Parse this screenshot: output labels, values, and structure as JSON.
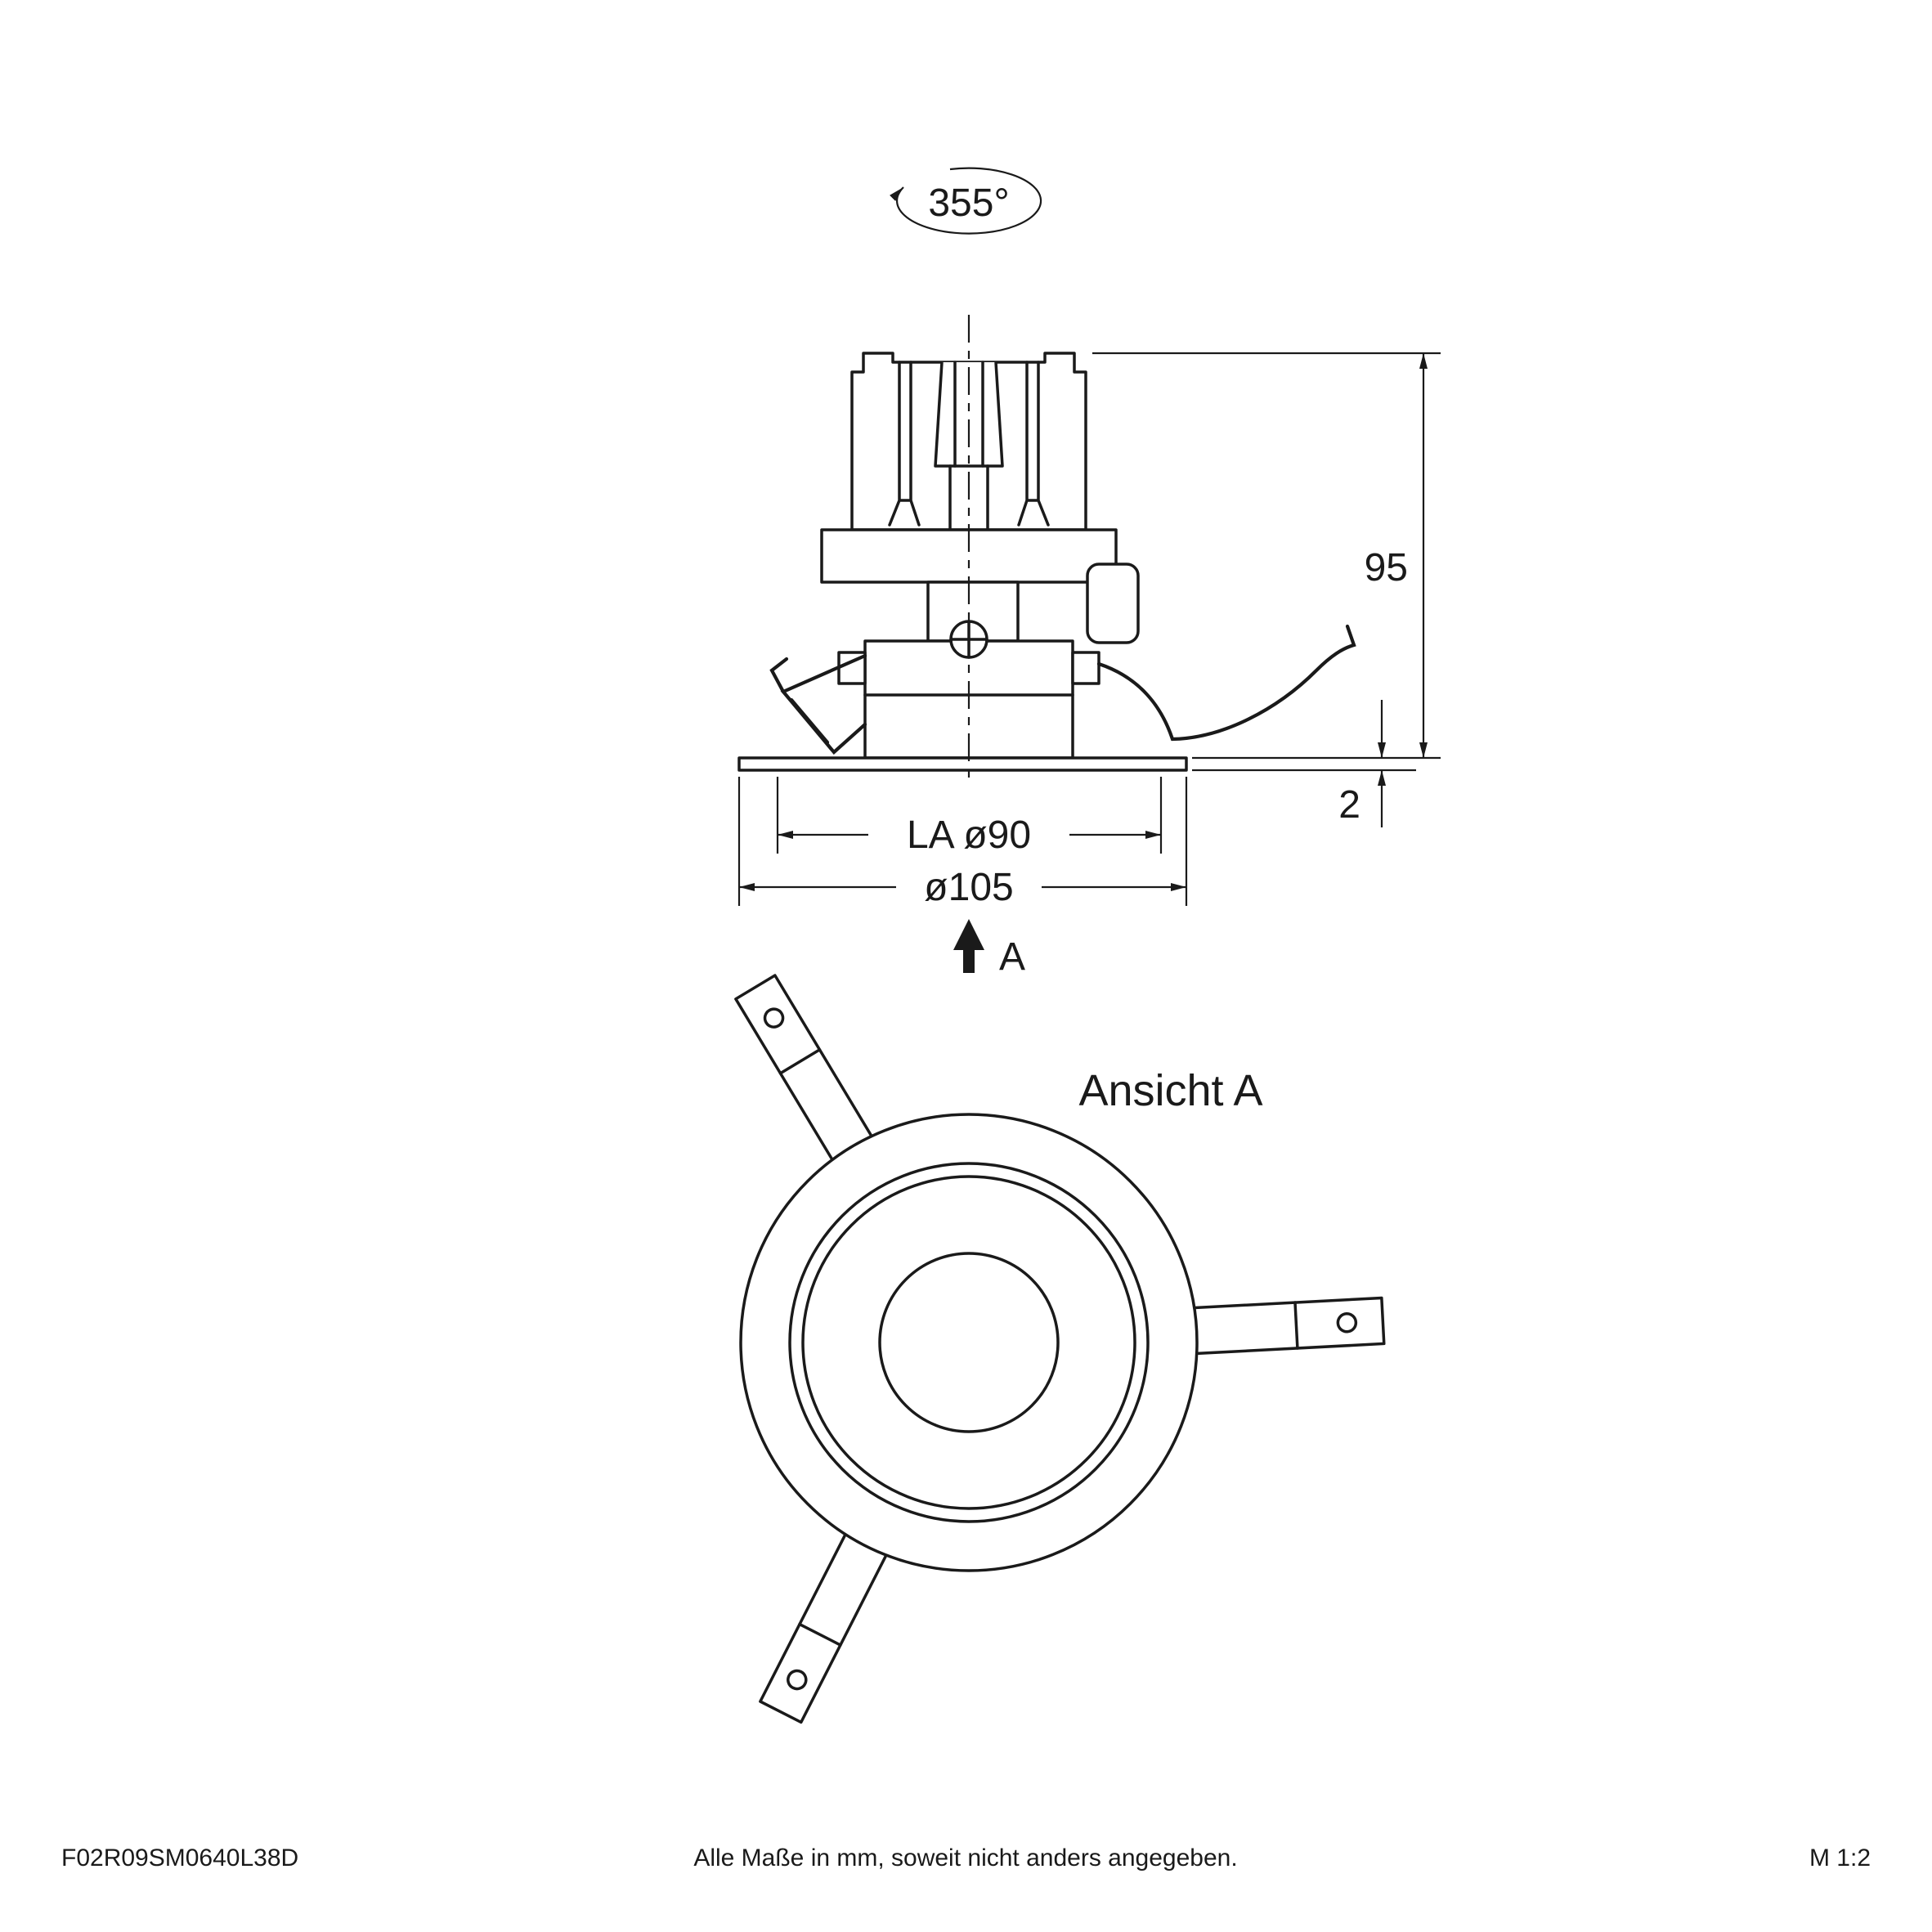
{
  "side_view": {
    "rotation_label": "355°",
    "dim_height": "95",
    "dim_flange_thickness": "2",
    "dim_recess_diameter": "LA ø90",
    "dim_outer_diameter": "ø105",
    "view_arrow_label": "A"
  },
  "bottom_view": {
    "label": "Ansicht A"
  },
  "footer": {
    "article_number": "F02R09SM0640L38D",
    "note": "Alle Maße in mm, soweit nicht anders angegeben.",
    "scale": "M 1:2"
  },
  "colors": {
    "line": "#1a1a1a",
    "background": "#ffffff"
  }
}
